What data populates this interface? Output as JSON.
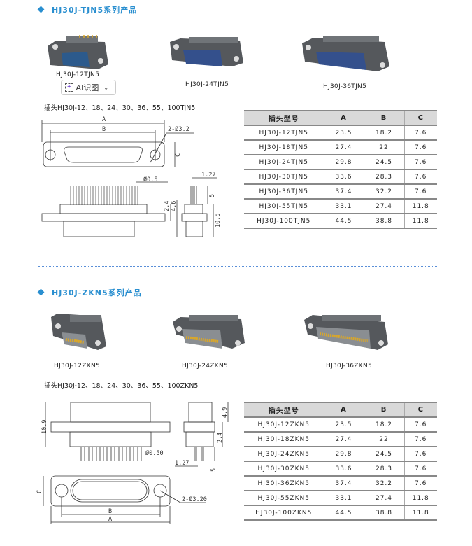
{
  "sections": [
    {
      "title": "HJ30J-TJN5系列产品",
      "products": [
        "HJ30J-12TJN5",
        "HJ30J-24TJN5",
        "HJ30J-36TJN5"
      ],
      "caption": "插头HJ30J-12、18、24、30、36、55、100TJN5",
      "dims": {
        "a": "A",
        "b": "B",
        "hole": "2-Ø3.2",
        "c": "C",
        "pin": "Ø0.5",
        "pitch": "1.27",
        "len5": "5",
        "d24": "2.4",
        "d46": "4.6",
        "d105": "10.5"
      },
      "table": {
        "headers": [
          "插头型号",
          "A",
          "B",
          "C"
        ],
        "rows": [
          [
            "HJ30J-12TJN5",
            "23.5",
            "18.2",
            "7.6"
          ],
          [
            "HJ30J-18TJN5",
            "27.4",
            "22",
            "7.6"
          ],
          [
            "HJ30J-24TJN5",
            "29.8",
            "24.5",
            "7.6"
          ],
          [
            "HJ30J-30TJN5",
            "33.6",
            "28.3",
            "7.6"
          ],
          [
            "HJ30J-36TJN5",
            "37.4",
            "32.2",
            "7.6"
          ],
          [
            "HJ30J-55TJN5",
            "33.1",
            "27.4",
            "11.8"
          ],
          [
            "HJ30J-100TJN5",
            "44.5",
            "38.8",
            "11.8"
          ]
        ]
      }
    },
    {
      "title": "HJ30J-ZKN5系列产品",
      "products": [
        "HJ30J-12ZKN5",
        "HJ30J-24ZKN5",
        "HJ30J-36ZKN5"
      ],
      "caption": "插头HJ30J-12、18、24、30、36、55、100ZKN5",
      "dims": {
        "d109": "10.9",
        "pin": "Ø0.50",
        "d49": "4.9",
        "d24": "2.4",
        "pitch": "1.27",
        "len5": "5",
        "c": "C",
        "hole": "2-Ø3.20",
        "b": "B",
        "a": "A"
      },
      "table": {
        "headers": [
          "插头型号",
          "A",
          "B",
          "C"
        ],
        "rows": [
          [
            "HJ30J-12ZKN5",
            "23.5",
            "18.2",
            "7.6"
          ],
          [
            "HJ30J-18ZKN5",
            "27.4",
            "22",
            "7.6"
          ],
          [
            "HJ30J-24ZKN5",
            "29.8",
            "24.5",
            "7.6"
          ],
          [
            "HJ30J-30ZKN5",
            "33.6",
            "28.3",
            "7.6"
          ],
          [
            "HJ30J-36ZKN5",
            "37.4",
            "32.2",
            "7.6"
          ],
          [
            "HJ30J-55ZKN5",
            "33.1",
            "27.4",
            "11.8"
          ],
          [
            "HJ30J-100ZKN5",
            "44.5",
            "38.8",
            "11.8"
          ]
        ]
      }
    }
  ],
  "ai_button": {
    "label": "AI识图"
  },
  "colors": {
    "accent": "#2a8fd0"
  }
}
